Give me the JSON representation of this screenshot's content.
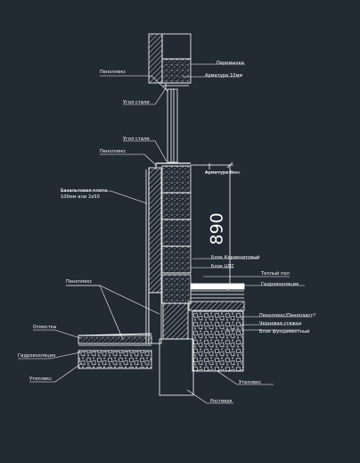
{
  "labels": {
    "peremychka": "Перемычка",
    "armatura_10": "Арматура 10мм",
    "penoplex_top": "Пеноплекс",
    "ugol_stali_top": "Угол стали",
    "ugol_stali_bottom": "Угол стали",
    "penoplex_mid": "Пеноплекс",
    "armatura_8": "Арматура 8мм",
    "bazaltovaya_line1": "Базальтовая плита",
    "bazaltovaya_line2": "100мм или 2х50",
    "blok_keramzit": "Блок Керамзитовый",
    "blok_tsps": "Блок ЦПС",
    "teply_pol": "Теплый пол",
    "gidroizolyatsiya_floor": "Гидроизоляция",
    "penoplex_low": "Пеноплекс",
    "penoplex_penoplast": "Пеноплекс/Пенопласт?",
    "chernovaya_styazhka": "Черновая стяжка",
    "blok_fundament": "Блок фундаментный",
    "otmostka": "Отмостка",
    "gidroizolyatsiya_left": "Гидроизоляция",
    "utepleks_left": "Утеплекс",
    "utepleks_right": "Утеплекс",
    "rostverk": "Ростверк"
  },
  "dimension": {
    "height": "890"
  },
  "colors": {
    "background": "#222a33",
    "lines": "#ffffff"
  }
}
